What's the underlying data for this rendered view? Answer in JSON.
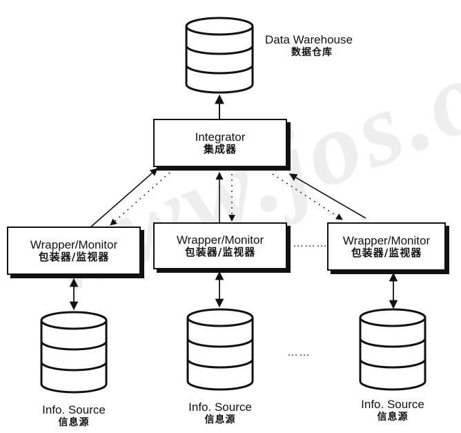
{
  "watermark": "www.jos.org",
  "data_warehouse": {
    "en": "Data Warehouse",
    "zh": "数据仓库"
  },
  "integrator": {
    "en": "Integrator",
    "zh": "集成器"
  },
  "wrappers": [
    {
      "en": "Wrapper/Monitor",
      "zh": "包装器/监视器"
    },
    {
      "en": "Wrapper/Monitor",
      "zh": "包装器/监视器"
    },
    {
      "en": "Wrapper/Monitor",
      "zh": "包装器/监视器"
    }
  ],
  "sources": [
    {
      "en": "Info. Source",
      "zh": "信息源"
    },
    {
      "en": "Info. Source",
      "zh": "信息源"
    },
    {
      "en": "Info. Source",
      "zh": "信息源"
    }
  ],
  "ellipsis_wrappers": "………",
  "ellipsis_sources": "……"
}
